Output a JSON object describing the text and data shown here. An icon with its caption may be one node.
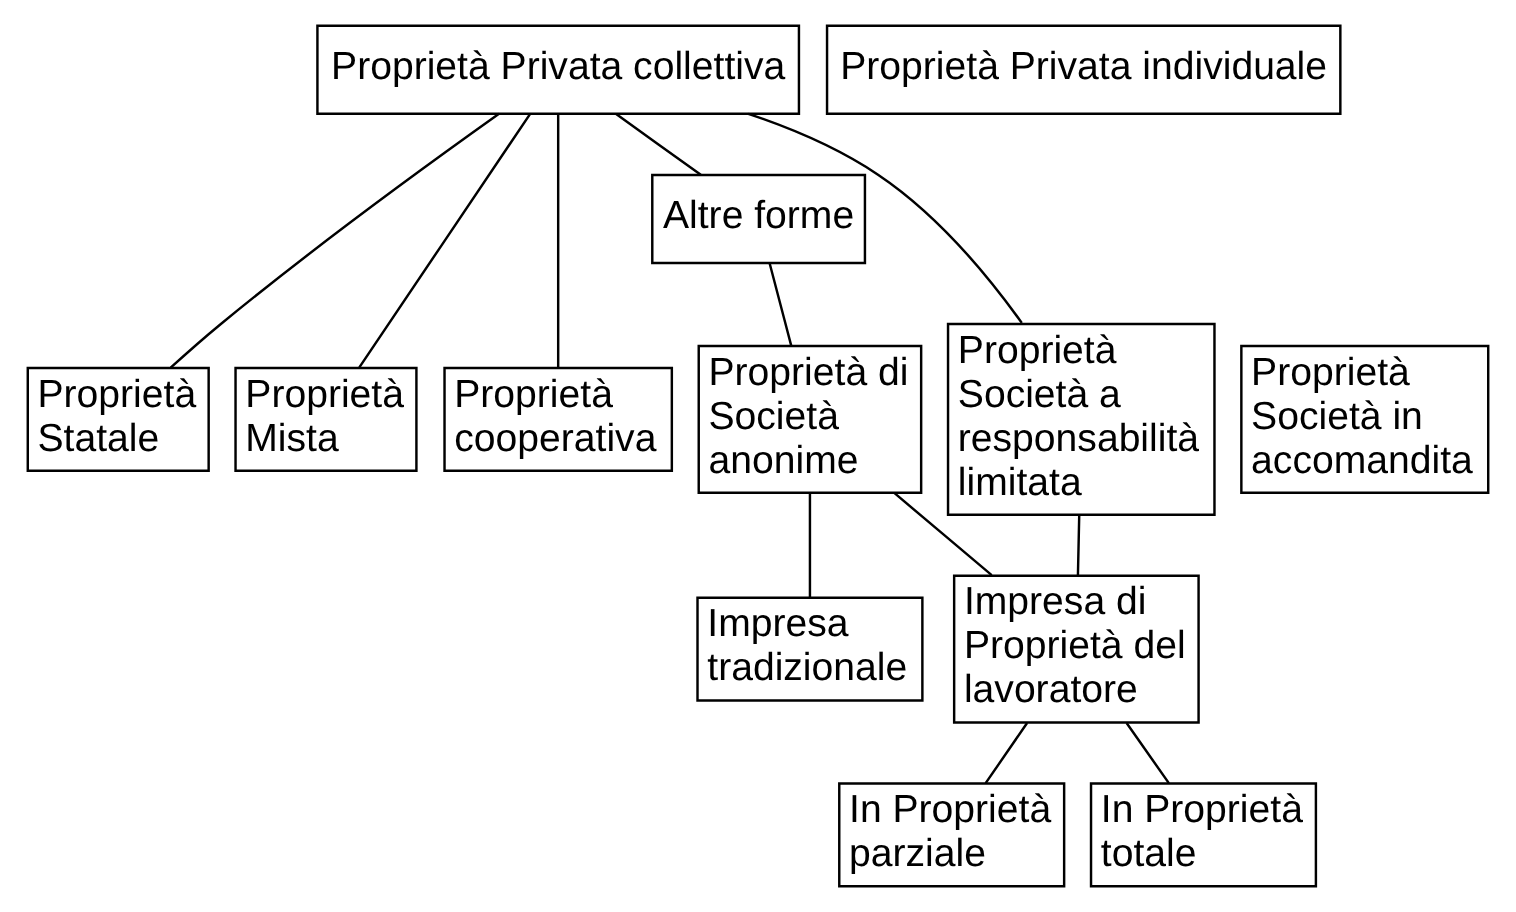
{
  "diagram": {
    "nodes": [
      {
        "text": [
          "Proprietà Privata collettiva"
        ]
      },
      {
        "text": [
          "Proprietà Privata individuale"
        ]
      },
      {
        "text": [
          "Proprietà Statale"
        ]
      },
      {
        "text": [
          "Proprietà Mista"
        ]
      },
      {
        "text": [
          "Proprietà cooperativa"
        ]
      },
      {
        "text": [
          "Altre forme"
        ]
      },
      {
        "text": [
          "Proprietà Società in accomandita"
        ]
      },
      {
        "text": [
          "Proprietà di Società anonime"
        ]
      },
      {
        "text": [
          "Proprietà Società a responsabilità limitata"
        ]
      },
      {
        "text": [
          "Impresa tradizionale"
        ]
      },
      {
        "text": [
          "Impresa di Proprietà del lavoratore"
        ]
      },
      {
        "text": [
          "In Proprietà parziale"
        ]
      },
      {
        "text": [
          "In Proprietà totale"
        ]
      }
    ],
    "edges": [
      {
        "from": 0,
        "to": 2,
        "arrow": "none"
      },
      {
        "from": 0,
        "to": 3,
        "arrow": "none"
      },
      {
        "from": 0,
        "to": 4,
        "arrow": "none"
      },
      {
        "from": 0,
        "to": 5,
        "arrow": "none"
      },
      {
        "from": 0,
        "to": 8,
        "arrow": "none"
      },
      {
        "from": 5,
        "to": 7,
        "arrow": "none"
      },
      {
        "from": 7,
        "to": 9,
        "arrow": "none"
      },
      {
        "from": 7,
        "to": 10,
        "arrow": "none"
      },
      {
        "from": 8,
        "to": 10,
        "arrow": "none"
      },
      {
        "from": 10,
        "to": 11,
        "arrow": "none"
      },
      {
        "from": 10,
        "to": 12,
        "arrow": "none"
      }
    ]
  }
}
